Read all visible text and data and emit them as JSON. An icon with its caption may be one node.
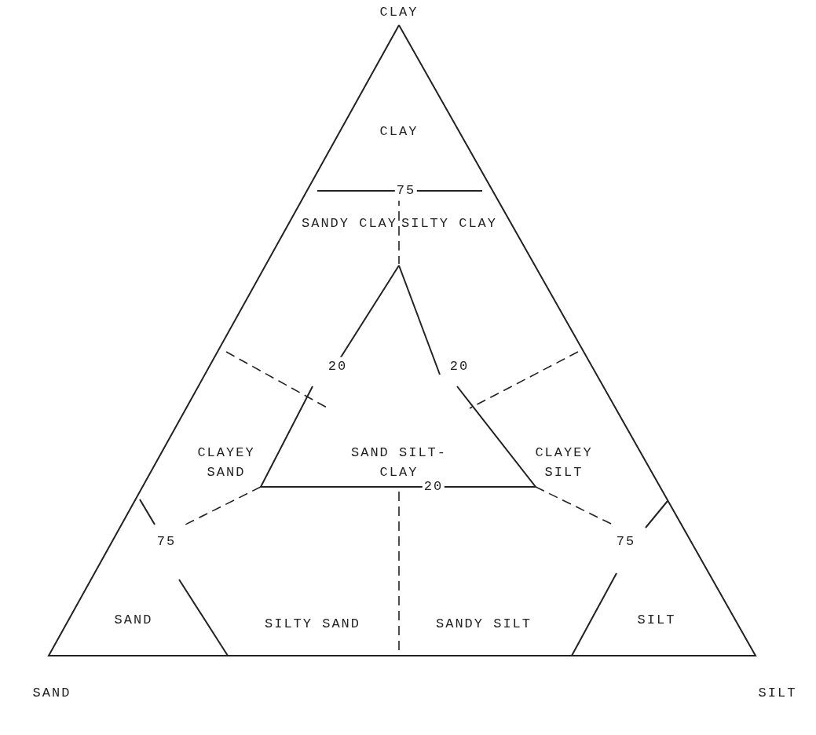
{
  "diagram": {
    "labels": [
      "CLAY",
      "CLAY",
      "75",
      "SANDY CLAY",
      "SILTY CLAY",
      "20",
      "20",
      "CLAYEY SAND",
      "SAND SILT-CLAY",
      "CLAYEY SILT",
      "75",
      "20",
      "75",
      "SAND",
      "SILTY SAND",
      "SANDY SILT",
      "SILT",
      "SAND",
      "SILT"
    ]
  }
}
